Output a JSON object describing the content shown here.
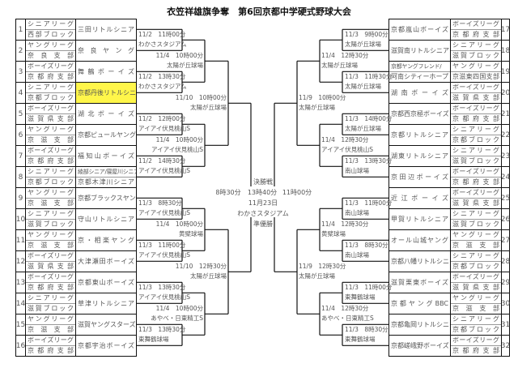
{
  "title": "衣笠祥雄旗争奪　第6回京都中学硬式野球大会",
  "highlight_color": "#fff64a",
  "teams": [
    {
      "num": "1",
      "league": [
        "シニアリーグ",
        "西部ブロック"
      ],
      "team": "三田リトルシニア"
    },
    {
      "num": "2",
      "league": [
        "ヤングリーグ",
        "奈良支部"
      ],
      "team": "奈良ヤング"
    },
    {
      "num": "3",
      "league": [
        "ボーイズリーグ",
        "京都府支部"
      ],
      "team": "舞鶴ボーイズ"
    },
    {
      "num": "4",
      "league": [
        "シニアリーグ",
        "京都ブロック"
      ],
      "team": "京都丹後リトルシニア",
      "highlight": true
    },
    {
      "num": "5",
      "league": [
        "ボーイズリーグ",
        "滋賀県支部"
      ],
      "team": "湖北ボーイズ"
    },
    {
      "num": "6",
      "league": [
        "ヤングリーグ",
        "京滋支部"
      ],
      "team": "京都ピュールヤング"
    },
    {
      "num": "7",
      "league": [
        "ボーイズリーグ",
        "京都府支部"
      ],
      "team": "福知山ボーイズ"
    },
    {
      "num": "8",
      "league": [
        "シニアリーグ",
        "京都ブロック"
      ],
      "team": [
        "綾部シニア/寝屋川シニア/",
        "京都木津川シニア"
      ]
    },
    {
      "num": "9",
      "league": [
        "ヤングリーグ",
        "京滋支部"
      ],
      "team": "京都ブラックスヤング"
    },
    {
      "num": "10",
      "league": [
        "シニアリーグ",
        "滋賀ブロック"
      ],
      "team": "守山リトルシニア"
    },
    {
      "num": "11",
      "league": [
        "ヤングリーグ",
        "京滋支部"
      ],
      "team": "京・相楽ヤング"
    },
    {
      "num": "12",
      "league": [
        "ボーイズリーグ",
        "滋賀県支部"
      ],
      "team": "大津瀬田ボーイズ"
    },
    {
      "num": "13",
      "league": [
        "ボーイズリーグ",
        "京都府支部"
      ],
      "team": "京都東山ボーイズ"
    },
    {
      "num": "14",
      "league": [
        "シニアリーグ",
        "滋賀ブロック"
      ],
      "team": "草津リトルシニア"
    },
    {
      "num": "15",
      "league": [
        "ヤングリーグ",
        "京滋支部"
      ],
      "team": "滋賀ヤングスターズ"
    },
    {
      "num": "16",
      "league": [
        "ボーイズリーグ",
        "京都府支部"
      ],
      "team": "京都宇治ボーイズ"
    },
    {
      "num": "17",
      "league": [
        "ボーイズリーグ",
        "京都府支部"
      ],
      "team": "京都嵐山ボーイズ"
    },
    {
      "num": "18",
      "league": [
        "シニアリーグ",
        "滋賀ブロック"
      ],
      "team": "滋賀南リトルシニア"
    },
    {
      "num": "19",
      "league": [
        "ヤングリーグ",
        "京滋東四国支部"
      ],
      "team": [
        "京都ヤングフレンド/",
        "阿南シティーホープ"
      ]
    },
    {
      "num": "20",
      "league": [
        "ボーイズリーグ",
        "滋賀県支部"
      ],
      "team": "湖南ボーイズ"
    },
    {
      "num": "21",
      "league": [
        "ボーイズリーグ",
        "京都府支部"
      ],
      "team": "京都西京極ボーイズ"
    },
    {
      "num": "22",
      "league": [
        "シニアリーグ",
        "京都ブロック"
      ],
      "team": "京都リトルシニア"
    },
    {
      "num": "23",
      "league": [
        "シニアリーグ",
        "滋賀ブロック"
      ],
      "team": "湖東リトルシニア"
    },
    {
      "num": "24",
      "league": [
        "ボーイズリーグ",
        "京都府支部"
      ],
      "team": "京田辺ボーイズ"
    },
    {
      "num": "25",
      "league": [
        "ボーイズリーグ",
        "滋賀県支部"
      ],
      "team": "近江ボーイズ"
    },
    {
      "num": "26",
      "league": [
        "シニアリーグ",
        "滋賀ブロック"
      ],
      "team": "甲賀リトルシニア"
    },
    {
      "num": "27",
      "league": [
        "ヤングリーグ",
        "京滋支部"
      ],
      "team": "オール山城ヤング"
    },
    {
      "num": "28",
      "league": [
        "シニアリーグ",
        "京都ブロック"
      ],
      "team": "京都八幡リトルシニア"
    },
    {
      "num": "29",
      "league": [
        "ボーイズリーグ",
        "滋賀県支部"
      ],
      "team": "滋賀栗東ボーイズ"
    },
    {
      "num": "30",
      "league": [
        "ヤングリーグ",
        "京滋支部"
      ],
      "team": "京都ヤングBBC"
    },
    {
      "num": "31",
      "league": [
        "シニアリーグ",
        "京都ブロック"
      ],
      "team": "京都亀岡リトルシニア"
    },
    {
      "num": "32",
      "league": [
        "ボーイズリーグ",
        "京都府支部"
      ],
      "team": "京都嵯峨野ボーイズ"
    }
  ],
  "matches": {
    "left": [
      [
        {
          "date": "11/2　11時00分",
          "venue": "わかさスタジアム"
        },
        {
          "date": "11/2　13時30分",
          "venue": "わかさスタジアム"
        },
        {
          "date": "11/2　12時00分",
          "venue": "アイアイ伏見桃山S"
        },
        {
          "date": "11/2　14時30分",
          "venue": "アイアイ伏見桃山S"
        },
        {
          "date": "11/3　8時30分",
          "venue": "アイアイ伏見桃山S"
        },
        {
          "date": "11/3　11時00分",
          "venue": "アイアイ伏見桃山S"
        },
        {
          "date": "11/3　13時30分",
          "venue": "アイアイ伏見桃山S"
        },
        {
          "date": "11/3　13時30分",
          "venue": "東舞鶴球場"
        }
      ],
      [
        {
          "date": "11/4　10時00分",
          "venue": "太陽が丘球場"
        },
        {
          "date": "11/4　10時00分",
          "venue": "アイアイ伏見桃山S"
        },
        {
          "date": "11/4　10時00分",
          "venue": "黄檗球場"
        },
        {
          "date": "11/4　10時00分",
          "venue": "あやべ・日東精工S"
        }
      ],
      [
        {
          "date": "11/10　10時00分",
          "venue": "太陽が丘球場"
        },
        {
          "date": "11/10　12時30分",
          "venue": "太陽が丘球場"
        }
      ]
    ],
    "right": [
      [
        {
          "date": "11/3　9時00分",
          "venue": "太陽が丘球場"
        },
        {
          "date": "11/3　11時30分",
          "venue": "太陽が丘球場"
        },
        {
          "date": "11/3　14時00分",
          "venue": "太陽が丘球場"
        },
        {
          "date": "11/3　13時30分",
          "venue": "南山球場"
        },
        {
          "date": "11/3　11時00分",
          "venue": "南山球場"
        },
        {
          "date": "11/3　8時30分",
          "venue": "南山球場"
        },
        {
          "date": "11/3　11時00分",
          "venue": "東舞鶴球場"
        },
        {
          "date": "11/3　8時30分",
          "venue": "東舞鶴球場"
        }
      ],
      [
        {
          "date": "11/4　12時30分",
          "venue": "太陽が丘球場"
        },
        {
          "date": "11/4　12時30分",
          "venue": "アイアイ伏見桃山S"
        },
        {
          "date": "11/4　12時30分",
          "venue": "黄檗球場"
        },
        {
          "date": "11/4　12時30分",
          "venue": "あやべ・日東精工S"
        }
      ],
      [
        {
          "date": "11/9　10時00分",
          "venue": "太陽が丘球場"
        },
        {
          "date": "11/9　12時30分",
          "venue": "太陽が丘球場"
        }
      ]
    ]
  },
  "final": {
    "label": "決勝戦",
    "semi_left_time": "8時30分",
    "final_time": "13時40分",
    "semi_right_time": "11時00分",
    "date": "11月23日",
    "venue": "わかさスタジアム",
    "runner_up_label": "準優勝"
  }
}
